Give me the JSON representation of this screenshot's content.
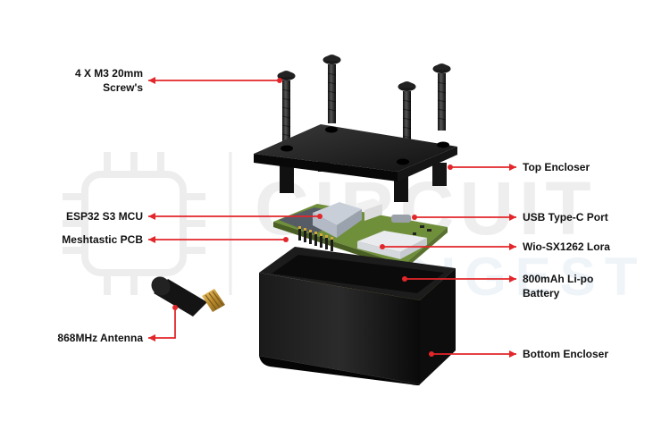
{
  "watermark": {
    "brand_text": "CIRCUIT",
    "brand_sub": "DIGEST",
    "color": "#e9e9e9"
  },
  "colors": {
    "leader": "#e3262a",
    "enclosure": "#0d0d0d",
    "pcb": "#6f8f3a",
    "battery": "#f3d36a",
    "module": "#bfc7d6"
  },
  "labels": {
    "screws_line1": "4 X M3 20mm",
    "screws_line2": "Screw's",
    "esp32": "ESP32 S3 MCU",
    "pcb": "Meshtastic PCB",
    "antenna": "868MHz Antenna",
    "top_enclosure": "Top Encloser",
    "usb": "USB Type-C Port",
    "lora": "Wio-SX1262 Lora",
    "battery_line1": "800mAh Li-po",
    "battery_line2": "Battery",
    "bottom_enclosure": "Bottom Encloser"
  }
}
